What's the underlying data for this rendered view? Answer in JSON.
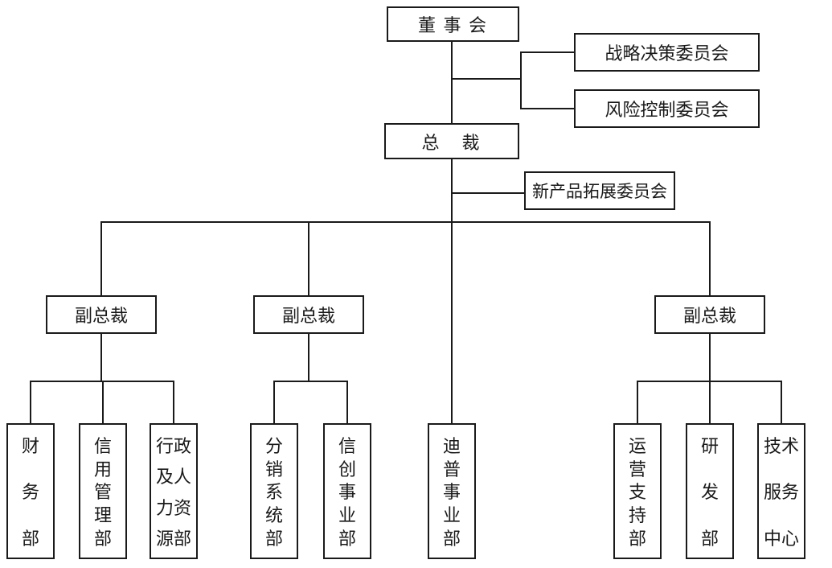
{
  "diagram": {
    "type": "org-chart",
    "background": "#ffffff",
    "line_color": "#1a1a1a",
    "nodes": {
      "board": {
        "label": "董 事 会"
      },
      "strategy_committee": {
        "label": "战略决策委员会"
      },
      "risk_committee": {
        "label": "风险控制委员会"
      },
      "president": {
        "label": "总　裁"
      },
      "new_product_committee": {
        "label": "新产品拓展委员会"
      },
      "vp_left": {
        "label": "副总裁"
      },
      "vp_middle": {
        "label": "副总裁"
      },
      "vp_right": {
        "label": "副总裁"
      },
      "finance_dept": {
        "label": "财务部",
        "lines": [
          "财",
          "务",
          "部"
        ]
      },
      "credit_mgmt_dept": {
        "label": "信用管理部",
        "lines": [
          "信",
          "用",
          "管",
          "理",
          "部"
        ]
      },
      "admin_hr_dept": {
        "label": "行政及人力资源部",
        "lines": [
          "行政",
          "及人",
          "力资",
          "源部"
        ]
      },
      "distribution_sys_dept": {
        "label": "分销系统部",
        "lines": [
          "分",
          "销",
          "系",
          "统",
          "部"
        ]
      },
      "xinchuang_dept": {
        "label": "信创事业部",
        "lines": [
          "信",
          "创",
          "事",
          "业",
          "部"
        ]
      },
      "dipu_dept": {
        "label": "迪普事业部",
        "lines": [
          "迪",
          "普",
          "事",
          "业",
          "部"
        ]
      },
      "ops_support_dept": {
        "label": "运营支持部",
        "lines": [
          "运",
          "营",
          "支",
          "持",
          "部"
        ]
      },
      "rd_dept": {
        "label": "研发部",
        "lines": [
          "研",
          "发",
          "部"
        ]
      },
      "tech_service_center": {
        "label": "技术服务中心",
        "lines": [
          "技术",
          "服务",
          "中心"
        ]
      }
    },
    "edges": [
      {
        "from": "board",
        "to": "strategy_committee"
      },
      {
        "from": "board",
        "to": "risk_committee"
      },
      {
        "from": "board",
        "to": "president"
      },
      {
        "from": "president",
        "to": "new_product_committee"
      },
      {
        "from": "president",
        "to": "vp_left"
      },
      {
        "from": "president",
        "to": "vp_middle"
      },
      {
        "from": "president",
        "to": "dipu_dept"
      },
      {
        "from": "president",
        "to": "vp_right"
      },
      {
        "from": "vp_left",
        "to": "finance_dept"
      },
      {
        "from": "vp_left",
        "to": "credit_mgmt_dept"
      },
      {
        "from": "vp_left",
        "to": "admin_hr_dept"
      },
      {
        "from": "vp_middle",
        "to": "distribution_sys_dept"
      },
      {
        "from": "vp_middle",
        "to": "xinchuang_dept"
      },
      {
        "from": "vp_right",
        "to": "ops_support_dept"
      },
      {
        "from": "vp_right",
        "to": "rd_dept"
      },
      {
        "from": "vp_right",
        "to": "tech_service_center"
      }
    ]
  }
}
